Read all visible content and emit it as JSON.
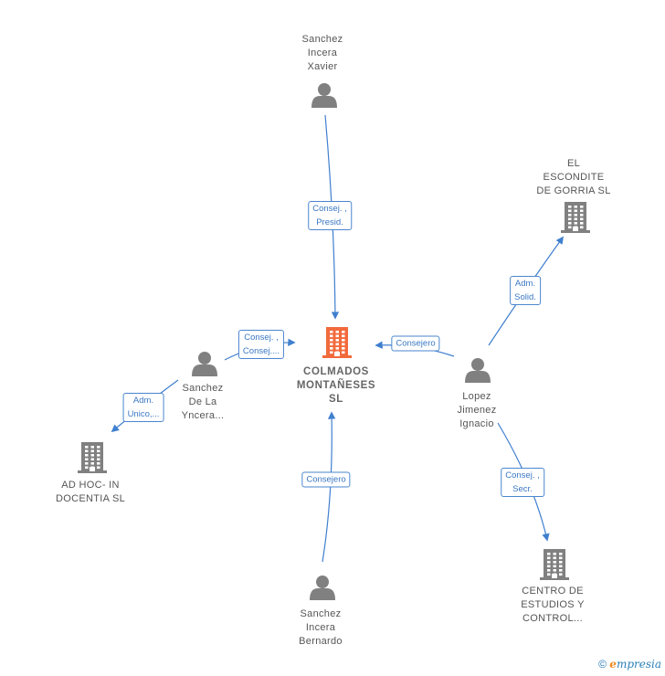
{
  "nodes": [
    {
      "id": "colmados",
      "type": "company",
      "main": true,
      "lines": [
        "COLMADOS",
        "MONTAÑESES",
        "SL"
      ]
    },
    {
      "id": "sanchez-xavier",
      "type": "person",
      "lines": [
        "Sanchez",
        "Incera",
        "Xavier"
      ]
    },
    {
      "id": "el-escondite",
      "type": "company",
      "lines": [
        "EL",
        "ESCONDITE",
        "DE GORRIA  SL"
      ]
    },
    {
      "id": "sanchez-yncera",
      "type": "person",
      "lines": [
        "Sanchez",
        "De La",
        "Yncera..."
      ]
    },
    {
      "id": "lopez",
      "type": "person",
      "lines": [
        "Lopez",
        "Jimenez",
        "Ignacio"
      ]
    },
    {
      "id": "adhoc",
      "type": "company",
      "lines": [
        "AD HOC- IN",
        "DOCENTIA  SL"
      ]
    },
    {
      "id": "centro",
      "type": "company",
      "lines": [
        "CENTRO DE",
        "ESTUDIOS Y",
        "CONTROL..."
      ]
    },
    {
      "id": "sanchez-bernardo",
      "type": "person",
      "lines": [
        "Sanchez",
        "Incera",
        "Bernardo"
      ]
    }
  ],
  "edges": [
    {
      "from": "sanchez-xavier",
      "to": "colmados",
      "lines": [
        "Consej. ,",
        "Presid."
      ]
    },
    {
      "from": "sanchez-yncera",
      "to": "colmados",
      "lines": [
        "Consej. ,",
        "Consej...."
      ]
    },
    {
      "from": "lopez",
      "to": "colmados",
      "lines": [
        "Consejero"
      ]
    },
    {
      "from": "sanchez-bernardo",
      "to": "colmados",
      "lines": [
        "Consejero"
      ]
    },
    {
      "from": "lopez",
      "to": "el-escondite",
      "lines": [
        "Adm.",
        "Solid."
      ]
    },
    {
      "from": "sanchez-yncera",
      "to": "adhoc",
      "lines": [
        "Adm.",
        "Unico,..."
      ]
    },
    {
      "from": "lopez",
      "to": "centro",
      "lines": [
        "Consej. ,",
        "Secr."
      ]
    }
  ],
  "colors": {
    "main_company": "#f26a3c",
    "company": "#808080",
    "person": "#808080",
    "edge": "#3f7fcf"
  },
  "footer": {
    "copyright": "©",
    "brand_initial": "e",
    "brand_rest": "mpresia"
  }
}
